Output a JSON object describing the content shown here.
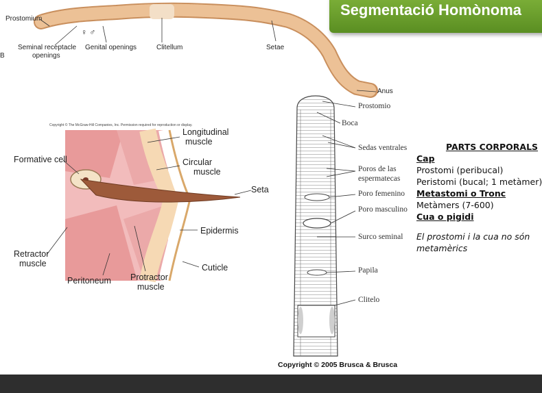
{
  "banner": {
    "title": "Segmentació Homònoma"
  },
  "worm_top": {
    "labels": {
      "prostomium": "Prostomium",
      "seminal_receptacle": "Seminal receptacle",
      "openings": "openings",
      "genital_openings": "Genital openings",
      "clitellum": "Clitellum",
      "setae": "Setae",
      "anus": "Anus",
      "figure_letter": "B"
    },
    "symbols": "♀ ♂"
  },
  "seta_diagram": {
    "copyright": "Copyright © The McGraw-Hill Companies, Inc. Permission required for reproduction or display.",
    "labels": {
      "longitudinal": "Longitudinal",
      "muscle1": "muscle",
      "circular": "Circular",
      "muscle2": "muscle",
      "formative_cell": "Formative cell",
      "seta": "Seta",
      "epidermis": "Epidermis",
      "retractor": "Retractor",
      "muscle3": "muscle",
      "cuticle": "Cuticle",
      "peritoneum": "Peritoneum",
      "protractor": "Protractor",
      "muscle4": "muscle"
    }
  },
  "worm_ventral": {
    "labels": {
      "prostomio": "Prostomio",
      "boca": "Boca",
      "sedas": "Sedas ventrales",
      "poros1": "Poros de las",
      "poros2": "espermatecas",
      "poro_fem": "Poro femenino",
      "poro_masc": "Poro masculino",
      "surco": "Surco seminal",
      "papila": "Papila",
      "clitelo": "Clitelo"
    },
    "copyright": "Copyright © 2005 Brusca & Brusca"
  },
  "parts": {
    "title": "PARTS CORPORALS",
    "cap": "Cap",
    "prostomi": "Prostomi (peribucal)",
    "peristomi": "Peristomi (bucal; 1 metàmer)",
    "metastomi": "Metastomi o Tronc",
    "metamers": "Metàmers (7-600)",
    "cua": "Cua o pigidi",
    "note1": "El prostomi i la cua no són",
    "note2": "metamèrics"
  },
  "colors": {
    "banner": "#6aa12c",
    "worm": "#e6b98c",
    "muscle": "#e8a3a3",
    "footer": "#2e2e2e"
  }
}
